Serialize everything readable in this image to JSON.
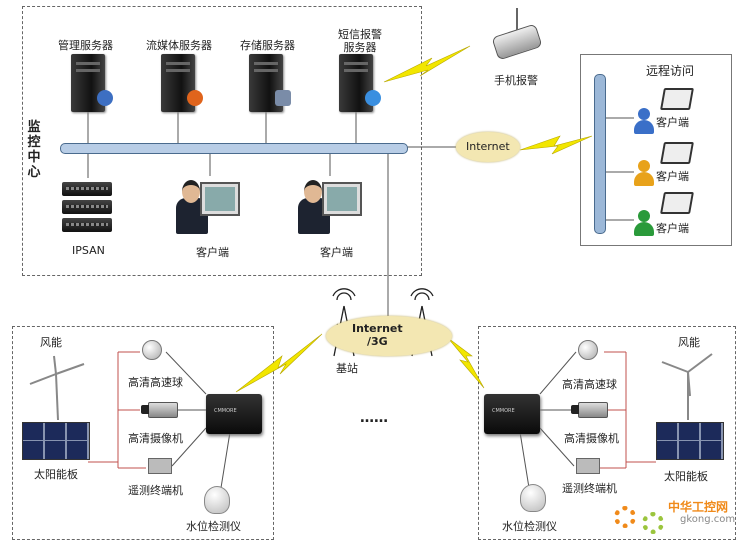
{
  "center": {
    "title": "监控中心",
    "servers": [
      {
        "label": "管理服务器",
        "badge_color": "#3d6fc2"
      },
      {
        "label": "流媒体服务器",
        "badge_color": "#e0641c"
      },
      {
        "label": "存储服务器",
        "badge_color": "#7a8ca8"
      },
      {
        "label": "短信报警\n服务器",
        "badge_color": "#3a8fe0"
      }
    ],
    "ipsan_label": "IPSAN",
    "client_label_1": "客户端",
    "client_label_2": "客户端"
  },
  "mobile_alarm_label": "手机报警",
  "internet_label": "Internet",
  "remote": {
    "title": "远程访问",
    "clients": [
      {
        "label": "客户端",
        "color": "#3a6fc8"
      },
      {
        "label": "客户端",
        "color": "#e8a21a"
      },
      {
        "label": "客户端",
        "color": "#2a9a3a"
      }
    ]
  },
  "network": {
    "label": "Internet\n/3G",
    "station_label": "基站",
    "ellipsis": "……"
  },
  "site_left": {
    "wind_label": "风能",
    "solar_label": "太阳能板",
    "dome_label": "高清高速球",
    "camera_label": "高清摄像机",
    "terminal_label": "遥测终端机",
    "water_label": "水位检测仪"
  },
  "site_right": {
    "wind_label": "风能",
    "solar_label": "太阳能板",
    "dome_label": "高清高速球",
    "camera_label": "高清摄像机",
    "terminal_label": "遥测终端机",
    "water_label": "水位检测仪"
  },
  "watermark": {
    "title": "中华工控网",
    "url": "gkong.com"
  },
  "colors": {
    "bus": "#b8cde6",
    "bolt": "#f2e600",
    "link_line": "#c0504d",
    "accent": "#f08a1a"
  }
}
